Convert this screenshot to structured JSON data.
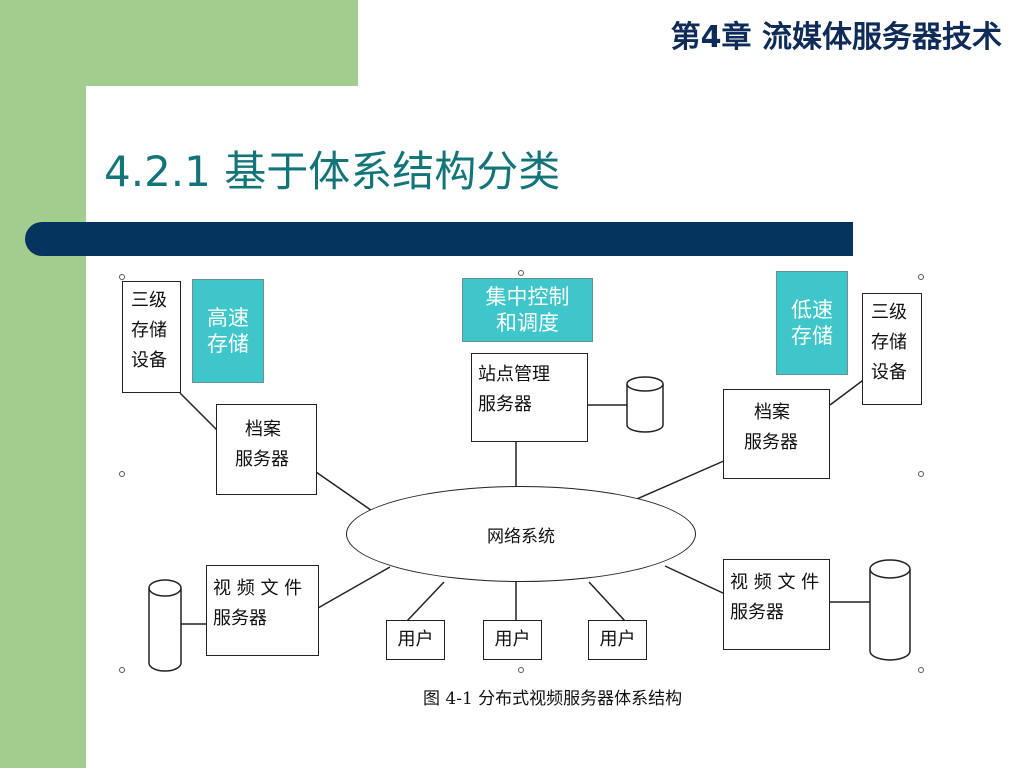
{
  "header": {
    "chapter_title": "第4章 流媒体服务器技术"
  },
  "slide": {
    "title": "4.2.1 基于体系结构分类"
  },
  "diagram": {
    "left_storage": [
      "三级",
      "存储",
      "设备"
    ],
    "high_speed": [
      "高速",
      "存储"
    ],
    "central_control": [
      "集中控制",
      "和调度"
    ],
    "low_speed": [
      "低速",
      "存储"
    ],
    "right_storage": [
      "三级",
      "存储",
      "设备"
    ],
    "left_archive_server": [
      "档案",
      "服务器"
    ],
    "site_manager": [
      "站点管理",
      "服务器"
    ],
    "right_archive_server": [
      "档案",
      "服务器"
    ],
    "network": "网络系统",
    "left_video_server": [
      "视 频 文 件",
      "服务器"
    ],
    "right_video_server": [
      "视 频 文 件",
      "服务器"
    ],
    "users": [
      "用户",
      "用户",
      "用户"
    ],
    "caption": "图 4-1  分布式视频服务器体系结构"
  },
  "colors": {
    "accent": "#3ec6ca",
    "bar": "#05345e",
    "title": "#13757a",
    "side": "#a3cc8f"
  }
}
